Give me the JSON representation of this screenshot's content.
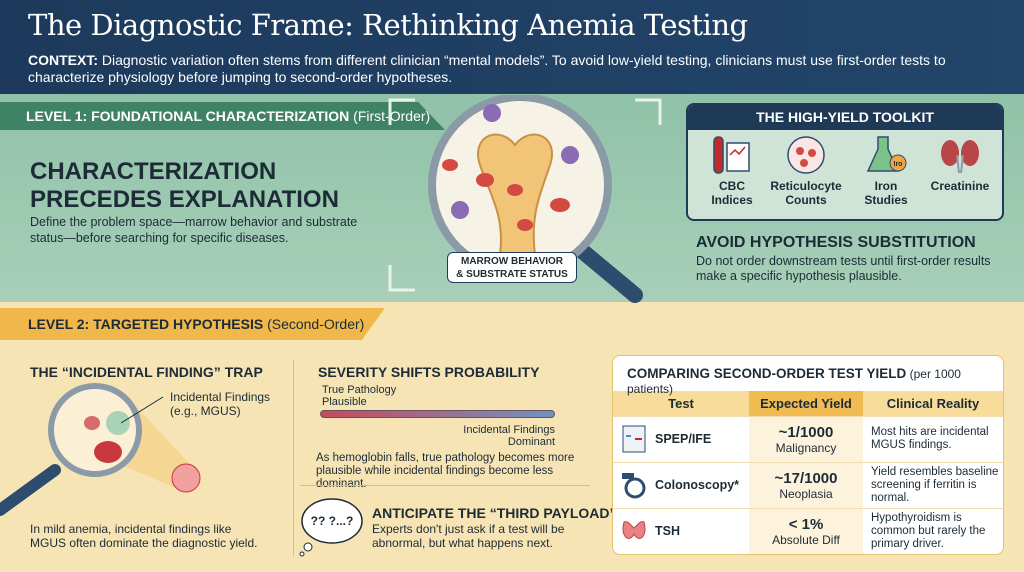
{
  "header": {
    "title": "The Diagnostic Frame: Rethinking Anemia Testing",
    "context_label": "CONTEXT:",
    "context_text": " Diagnostic variation often stems from different clinician “mental models”. To avoid low-yield testing, clinicians must use first-order tests to characterize physiology before jumping to second-order hypotheses."
  },
  "level1": {
    "tab_bold": "LEVEL 1: FOUNDATIONAL CHARACTERIZATION",
    "tab_light": " (First-Order)",
    "headline_1": "CHARACTERIZATION",
    "headline_2": "PRECEDES EXPLANATION",
    "description": "Define the problem space—marrow behavior and substrate status—before searching for specific diseases.",
    "magnifier_label_1": "MARROW BEHAVIOR",
    "magnifier_label_2": "& SUBSTRATE STATUS",
    "toolkit": {
      "title": "THE HIGH-YIELD TOOLKIT",
      "items": [
        {
          "l1": "CBC",
          "l2": "Indices"
        },
        {
          "l1": "Reticulocyte",
          "l2": "Counts"
        },
        {
          "l1": "Iron",
          "l2": "Studies",
          "badge": "Iro"
        },
        {
          "l1": "Creatinine",
          "l2": ""
        }
      ]
    },
    "avoid": {
      "title": "AVOID HYPOTHESIS SUBSTITUTION",
      "text": "Do not order downstream tests until first-order results make a specific hypothesis plausible."
    }
  },
  "level2": {
    "tab_bold": "LEVEL 2: TARGETED HYPOTHESIS",
    "tab_light": " (Second-Order)",
    "trap": {
      "title": "THE “INCIDENTAL FINDING” TRAP",
      "callout_1": "Incidental Findings",
      "callout_2": "(e.g., MGUS)",
      "text": "In mild anemia, incidental findings like MGUS often dominate the diagnostic yield."
    },
    "severity": {
      "title": "SEVERITY SHIFTS PROBABILITY",
      "left_1": "True Pathology",
      "left_2": "Plausible",
      "right_1": "Incidental Findings",
      "right_2": "Dominant",
      "text": "As hemoglobin falls, true pathology becomes more plausible while incidental findings become less dominant."
    },
    "payload": {
      "title": "ANTICIPATE THE “THIRD PAYLOAD”",
      "text": "Experts don't just ask if a test will be abnormal, but what happens next.",
      "bubble": "??\n?? ...?"
    },
    "table": {
      "title": "COMPARING SECOND-ORDER TEST YIELD",
      "subtitle": " (per 1000 patients)",
      "headers": [
        "Test",
        "Expected Yield",
        "Clinical Reality"
      ],
      "rows": [
        {
          "test": "SPEP/IFE",
          "yield": "~1/1000",
          "unit": "Malignancy",
          "reality": "Most hits are incidental MGUS findings."
        },
        {
          "test": "Colonoscopy*",
          "yield": "~17/1000",
          "unit": "Neoplasia",
          "reality": "Yield resembles baseline screening if ferritin is normal."
        },
        {
          "test": "TSH",
          "yield": "< 1%",
          "unit": "Absolute Diff",
          "reality": "Hypothyroidism is common but rarely the primary driver."
        }
      ]
    }
  }
}
